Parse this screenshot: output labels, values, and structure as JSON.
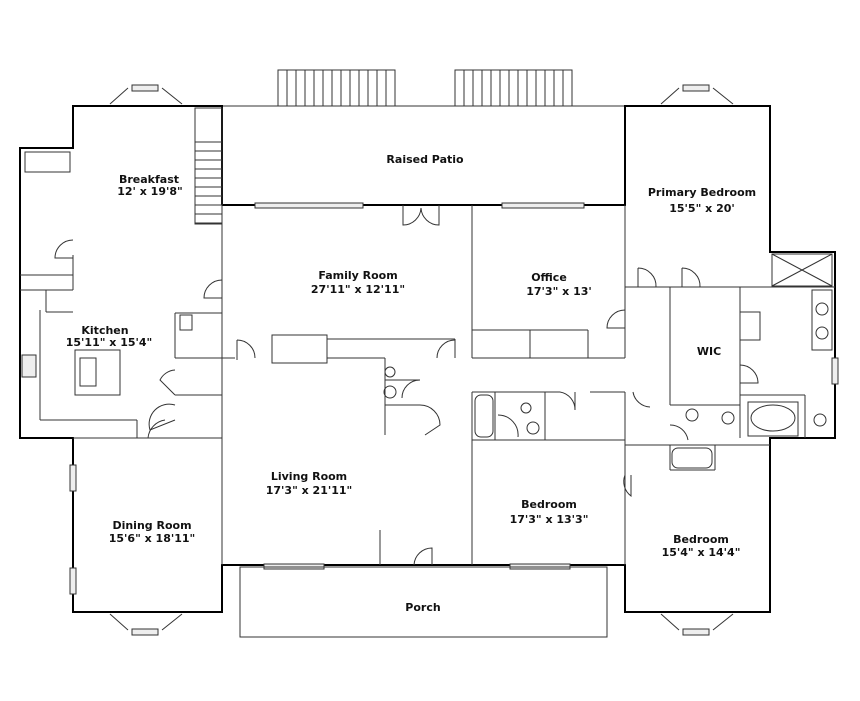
{
  "plan": {
    "rooms": [
      {
        "name": "Raised Patio",
        "size": ""
      },
      {
        "name": "Breakfast",
        "size": "12' x 19'8\""
      },
      {
        "name": "Primary Bedroom",
        "size": "15'5\" x 20'"
      },
      {
        "name": "Family Room",
        "size": "27'11\" x 12'11\""
      },
      {
        "name": "Office",
        "size": "17'3\" x 13'"
      },
      {
        "name": "Kitchen",
        "size": "15'11\" x 15'4\""
      },
      {
        "name": "WIC",
        "size": ""
      },
      {
        "name": "Living Room",
        "size": "17'3\" x 21'11\""
      },
      {
        "name": "Bedroom",
        "size": "17'3\" x 13'3\""
      },
      {
        "name": "Bedroom",
        "size": "15'4\" x 14'4\""
      },
      {
        "name": "Dining Room",
        "size": "15'6\" x 18'11\""
      },
      {
        "name": "Porch",
        "size": ""
      }
    ],
    "colors": {
      "wall": "#000000",
      "line": "#333333",
      "background": "#ffffff"
    }
  }
}
